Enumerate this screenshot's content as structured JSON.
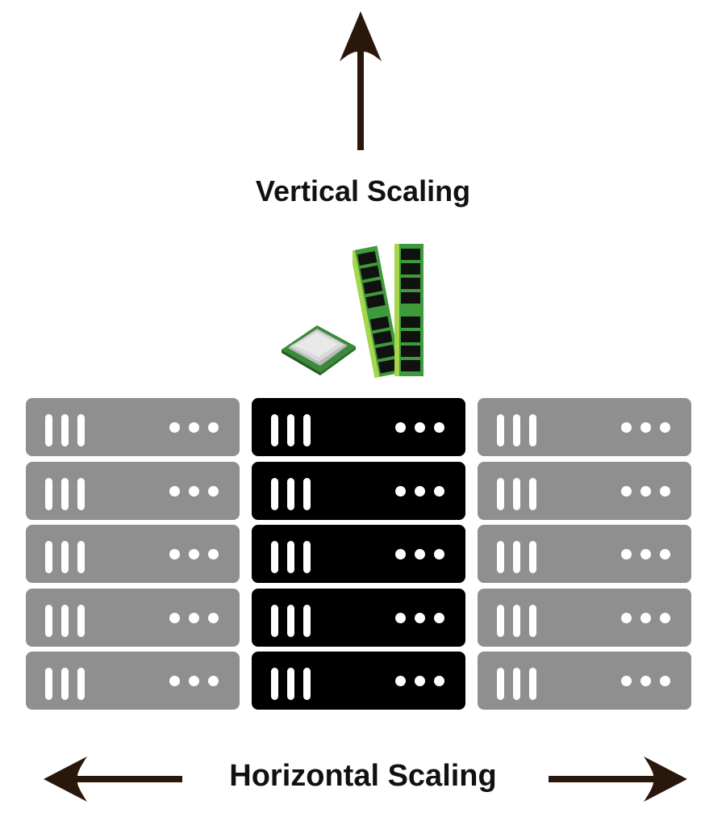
{
  "diagram": {
    "title_vertical": "Vertical Scaling",
    "title_horizontal": "Horizontal Scaling",
    "colors": {
      "arrow": "#2a170c",
      "server_inactive": "#8f8f8f",
      "server_active": "#000000",
      "ram_green": "#3e9a3a",
      "ram_light": "#a6d64b",
      "cpu_silver": "#c8c8c8"
    },
    "arrows": [
      {
        "id": "up",
        "direction": "up",
        "meaning": "vertical scaling"
      },
      {
        "id": "left",
        "direction": "left",
        "meaning": "horizontal scaling"
      },
      {
        "id": "right",
        "direction": "right",
        "meaning": "horizontal scaling"
      }
    ],
    "components": [
      {
        "id": "cpu",
        "label_icon": "cpu-chip-icon"
      },
      {
        "id": "ram",
        "label_icon": "ram-module-icon",
        "count": 2
      }
    ],
    "racks": [
      {
        "id": "left",
        "state": "added",
        "units": 5,
        "color": "#8f8f8f"
      },
      {
        "id": "middle",
        "state": "original",
        "units": 5,
        "color": "#000000"
      },
      {
        "id": "right",
        "state": "added",
        "units": 5,
        "color": "#8f8f8f"
      }
    ]
  }
}
